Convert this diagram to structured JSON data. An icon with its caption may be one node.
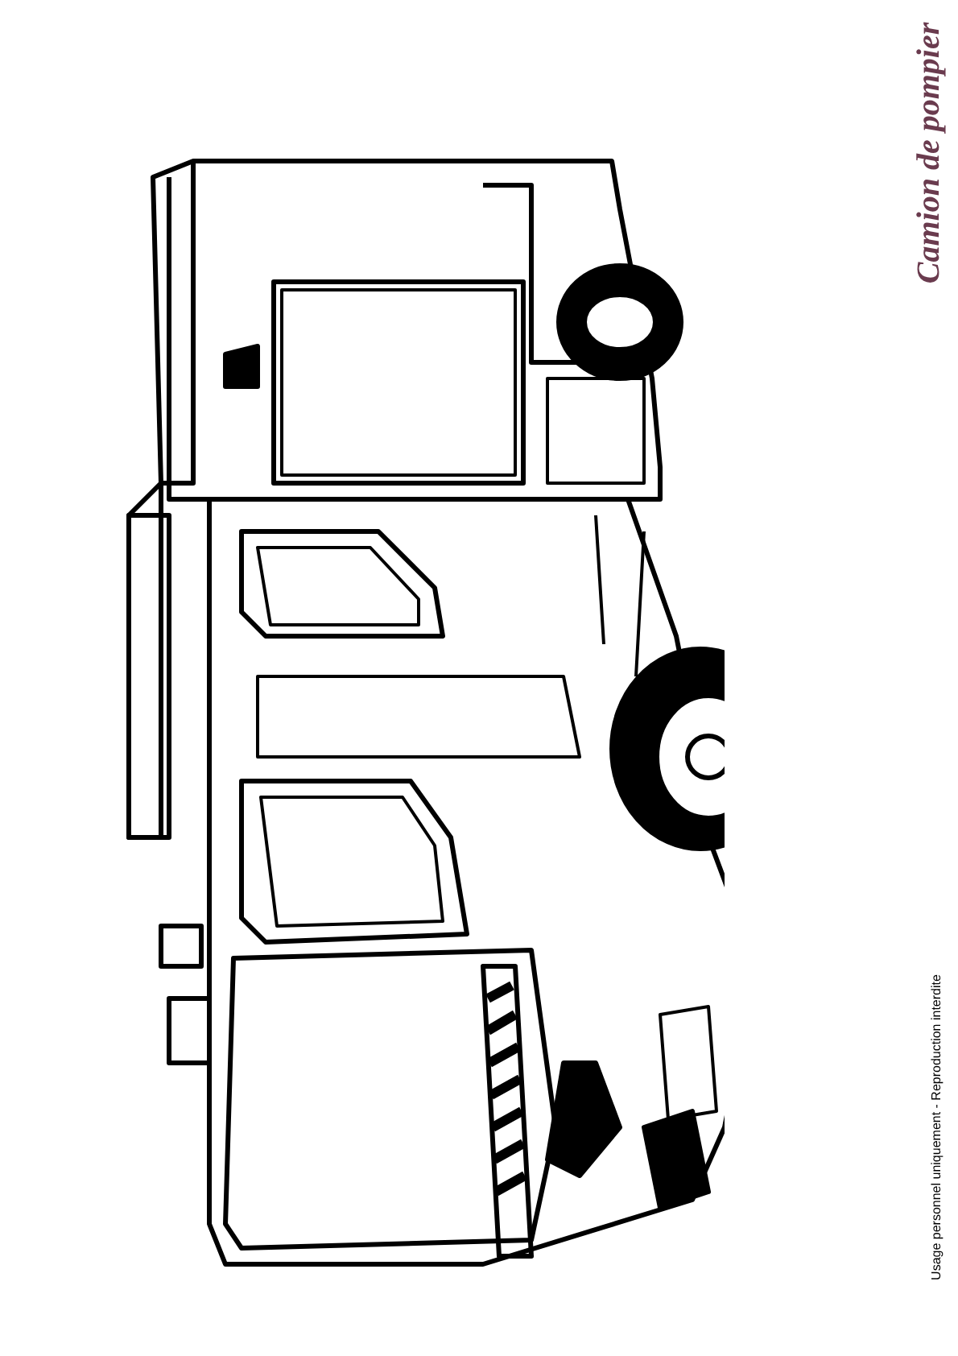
{
  "diagram": {
    "title": "Camion de pompier",
    "nodes": [
      {
        "text": [],
        "shape": "picture"
      }
    ],
    "labels": [
      "Usage personnel uniquement - Reproduction interdite"
    ]
  }
}
